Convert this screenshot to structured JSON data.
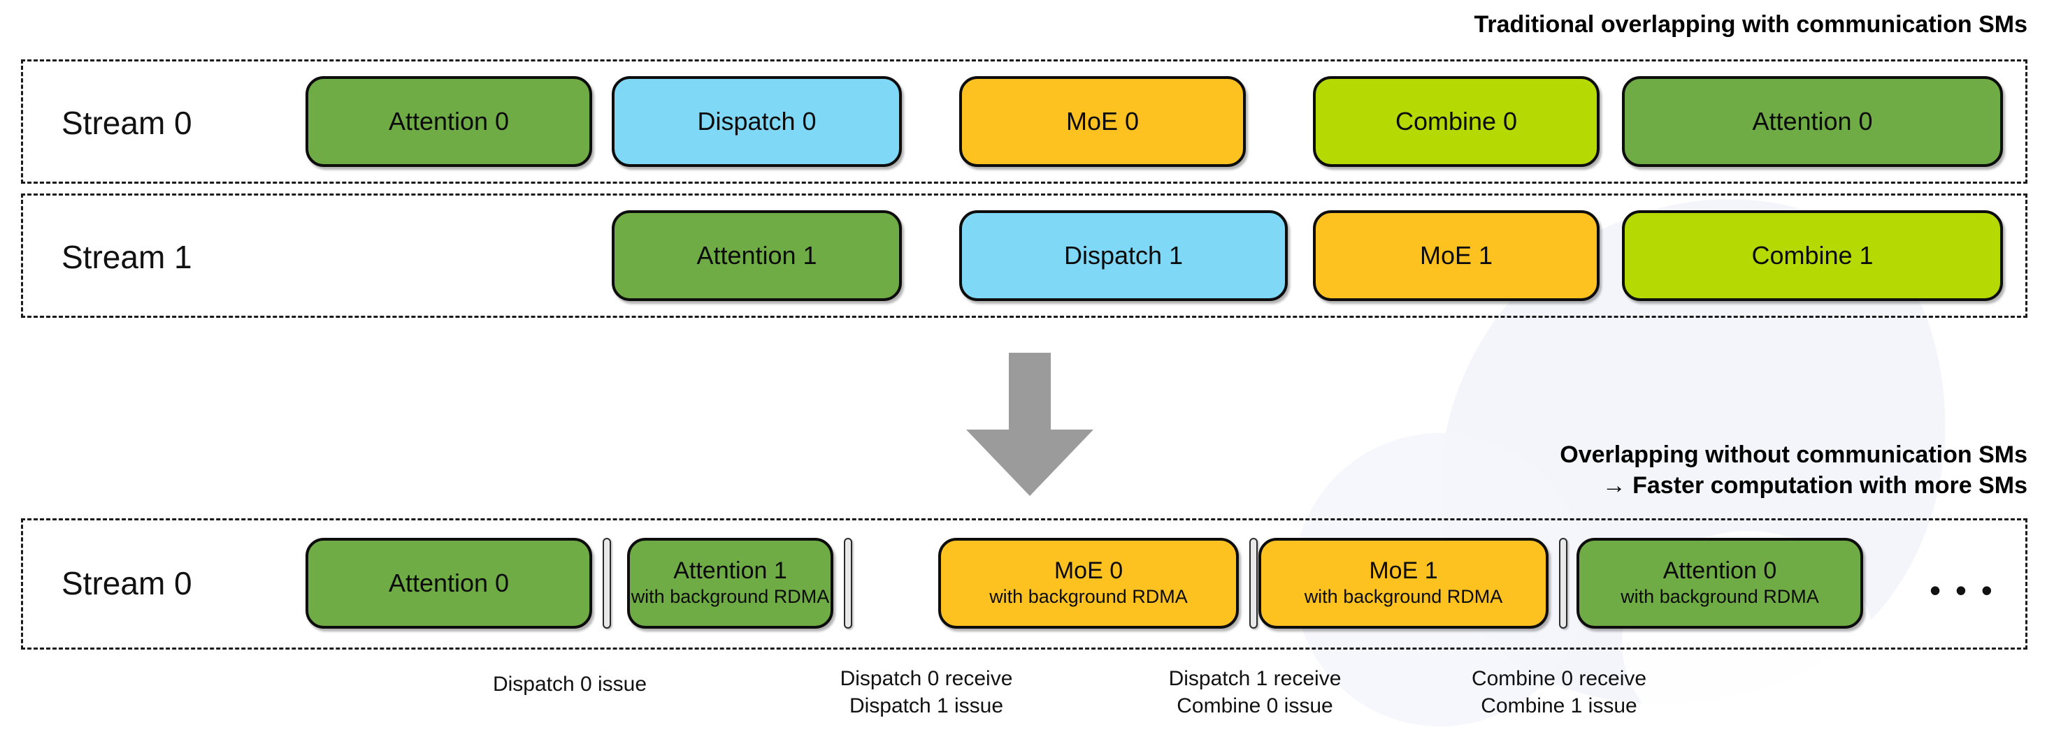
{
  "headings": {
    "top": "Traditional overlapping with communication SMs",
    "bottom": "Overlapping without communication SMs\n→ Faster computation with more SMs"
  },
  "colors": {
    "attention": "#6fac45",
    "dispatch": "#7fd8f5",
    "moe": "#fdc220",
    "combine": "#b5d902",
    "outline": "#0d0d0d",
    "arrow": "#9b9b9b",
    "separator": "#e9e9e9",
    "watermark": "#f2f3fa"
  },
  "arrow_icon": "down-arrow-icon",
  "ellipsis": "• • •",
  "traditional": {
    "rows": [
      {
        "label": "Stream 0",
        "tasks": [
          {
            "name": "Attention 0",
            "kind": "attention"
          },
          {
            "name": "Dispatch 0",
            "kind": "dispatch"
          },
          {
            "name": "MoE 0",
            "kind": "moe"
          },
          {
            "name": "Combine 0",
            "kind": "combine"
          },
          {
            "name": "Attention 0",
            "kind": "attention"
          }
        ]
      },
      {
        "label": "Stream 1",
        "tasks": [
          {
            "name": "Attention 1",
            "kind": "attention"
          },
          {
            "name": "Dispatch 1",
            "kind": "dispatch"
          },
          {
            "name": "MoE 1",
            "kind": "moe"
          },
          {
            "name": "Combine 1",
            "kind": "combine"
          }
        ]
      }
    ]
  },
  "optimized": {
    "row": {
      "label": "Stream 0",
      "tasks": [
        {
          "name": "Attention 0",
          "sub": "",
          "kind": "attention"
        },
        {
          "name": "Attention 1",
          "sub": "with background RDMA",
          "kind": "attention"
        },
        {
          "name": "MoE 0",
          "sub": "with background RDMA",
          "kind": "moe"
        },
        {
          "name": "MoE 1",
          "sub": "with background RDMA",
          "kind": "moe"
        },
        {
          "name": "Attention 0",
          "sub": "with background RDMA",
          "kind": "attention"
        }
      ]
    },
    "captions": [
      "Dispatch 0 issue",
      "Dispatch 0 receive\nDispatch 1 issue",
      "Dispatch 1 receive\nCombine 0 issue",
      "Combine 0 receive\nCombine 1 issue"
    ]
  }
}
